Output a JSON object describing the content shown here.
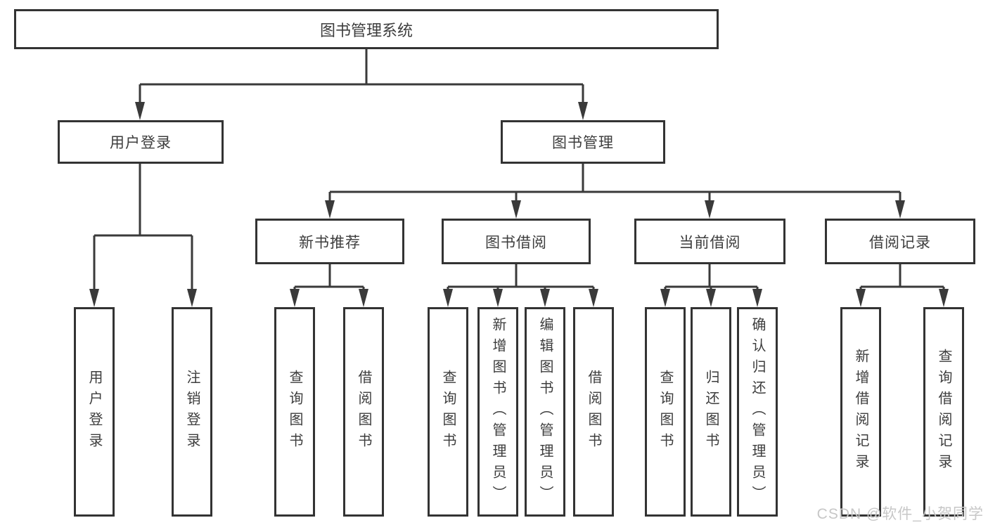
{
  "diagram": {
    "title": "图书管理系统",
    "watermark": "CSDN @软件_小贺同学",
    "colors": {
      "line": "#3a3a3a",
      "box_border": "#333333",
      "text": "#3d3d3d",
      "watermark": "#c7c7c7",
      "background": "#ffffff"
    },
    "root": {
      "label": "图书管理系统"
    },
    "level2": [
      {
        "label": "用户登录"
      },
      {
        "label": "图书管理"
      }
    ],
    "level3": [
      {
        "label": "新书推荐",
        "parent": "图书管理"
      },
      {
        "label": "图书借阅",
        "parent": "图书管理"
      },
      {
        "label": "当前借阅",
        "parent": "图书管理"
      },
      {
        "label": "借阅记录",
        "parent": "图书管理"
      }
    ],
    "leaves": [
      {
        "label": "用户登录",
        "parent": "用户登录"
      },
      {
        "label": "注销登录",
        "parent": "用户登录"
      },
      {
        "label": "查询图书",
        "parent": "新书推荐"
      },
      {
        "label": "借阅图书",
        "parent": "新书推荐"
      },
      {
        "label": "查询图书",
        "parent": "图书借阅"
      },
      {
        "label": "新增图书（管理员）",
        "parent": "图书借阅"
      },
      {
        "label": "编辑图书（管理员）",
        "parent": "图书借阅"
      },
      {
        "label": "借阅图书",
        "parent": "图书借阅"
      },
      {
        "label": "查询图书",
        "parent": "当前借阅"
      },
      {
        "label": "归还图书",
        "parent": "当前借阅"
      },
      {
        "label": "确认归还（管理员）",
        "parent": "当前借阅"
      },
      {
        "label": "新增借阅记录",
        "parent": "借阅记录"
      },
      {
        "label": "查询借阅记录",
        "parent": "借阅记录"
      }
    ]
  }
}
